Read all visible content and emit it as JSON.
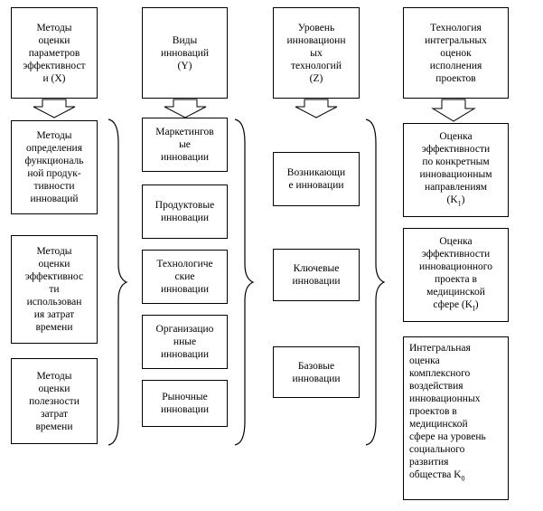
{
  "headers": [
    {
      "id": "x",
      "text": "Методы\nоценки\nпараметров\nэффективност\nи (X)"
    },
    {
      "id": "y",
      "text": "Виды\nинноваций\n(Y)"
    },
    {
      "id": "z",
      "text": "Уровень\nинновационн\nых\nтехнологий\n(Z)"
    },
    {
      "id": "k",
      "text": "Технология\nинтегральных\nоценок\nисполнения\nпроектов"
    }
  ],
  "col_x": [
    "Методы\nопределения\nфункциональ\nной продук-\nтивности\nинноваций",
    "Методы\nоценки\nэффективнос\nти\nиспользован\nия затрат\nвремени",
    "Методы\nоценки\nполезности\nзатрат\nвремени"
  ],
  "col_y": [
    "Маркетингов\nые\nинновации",
    "Продуктовые\nинновации",
    "Технологиче\nские\nинновации",
    "Организацио\nнные\nинновации",
    "Рыночные\nинновации"
  ],
  "col_z": [
    "Возникающи\nе инновации",
    "Ключевые\nинновации",
    "Базовые\nинновации"
  ],
  "col_k": [
    {
      "text": "Оценка\nэффективности\nпо конкретным\nинновационным\nнаправлениям\n(K",
      "sub": "1",
      "tail": ")"
    },
    {
      "text": "Оценка\nэффективности\nинновационного\nпроекта в\nмедицинской\nсфере (K",
      "sub": "I",
      "tail": ")"
    },
    {
      "text": "Интегральная\nоценка\nкомплексного\nвоздействия\nинновационных\nпроектов в\nмедицинской\nсфере на уровень\nсоциального\nразвития\nобщества K",
      "sub": "0",
      "tail": ""
    }
  ]
}
